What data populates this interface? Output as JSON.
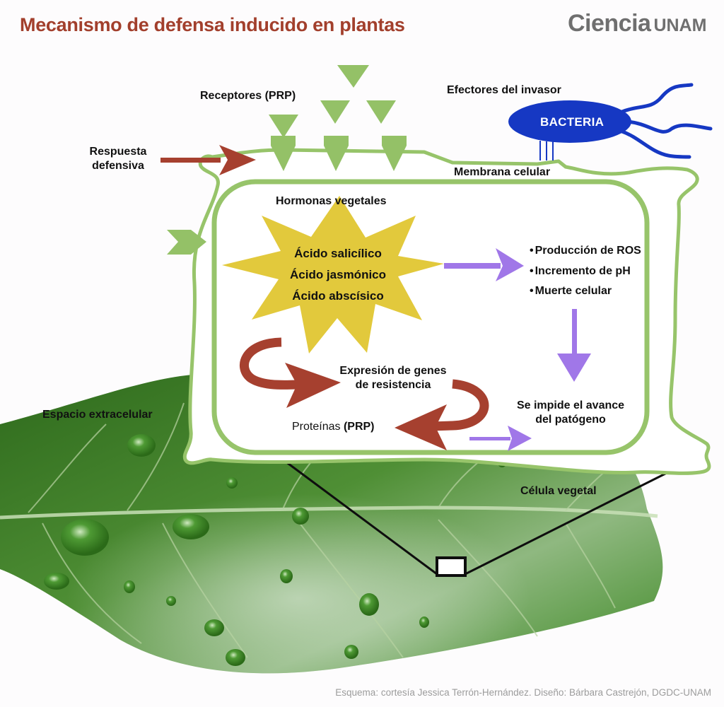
{
  "header": {
    "title": "Mecanismo de defensa inducido en plantas",
    "logo_part1": "Ciencia",
    "logo_part2": "UNAM"
  },
  "colors": {
    "title": "#a23f2c",
    "membrane_green": "#97c46a",
    "receptor_green": "#94c167",
    "defense_arrow": "#a6402f",
    "hormone_star": "#e2c93c",
    "signal_arrow": "#a077e8",
    "bacteria": "#1638c3",
    "leaf_dark": "#2f6e1f",
    "leaf_light": "#6fa84c"
  },
  "labels": {
    "receptors": "Receptores (PRP)",
    "effectors": "Efectores del invasor",
    "bacteria": "BACTERIA",
    "defense_response_line1": "Respuesta",
    "defense_response_line2": "defensiva",
    "membrane": "Membrana celular",
    "hormones": "Hormonas vegetales",
    "extracellular_space": "Espacio extracelular",
    "plant_cell": "Célula vegetal"
  },
  "hormones": [
    "Ácido salicílico",
    "Ácido jasmónico",
    "Ácido abscísico"
  ],
  "effects": [
    "Producción de ROS",
    "Incremento de pH",
    "Muerte celular"
  ],
  "gene_expression": {
    "line1": "Expresión de genes",
    "line2": "de resistencia"
  },
  "proteins": {
    "text": "Proteínas ",
    "bold": "(PRP)"
  },
  "outcome": {
    "line1": "Se impide el avance",
    "line2": "del patógeno"
  },
  "credit": "Esquema: cortesía Jessica Terrón-Hernández. Diseño: Bárbara Castrejón, DGDC-UNAM"
}
